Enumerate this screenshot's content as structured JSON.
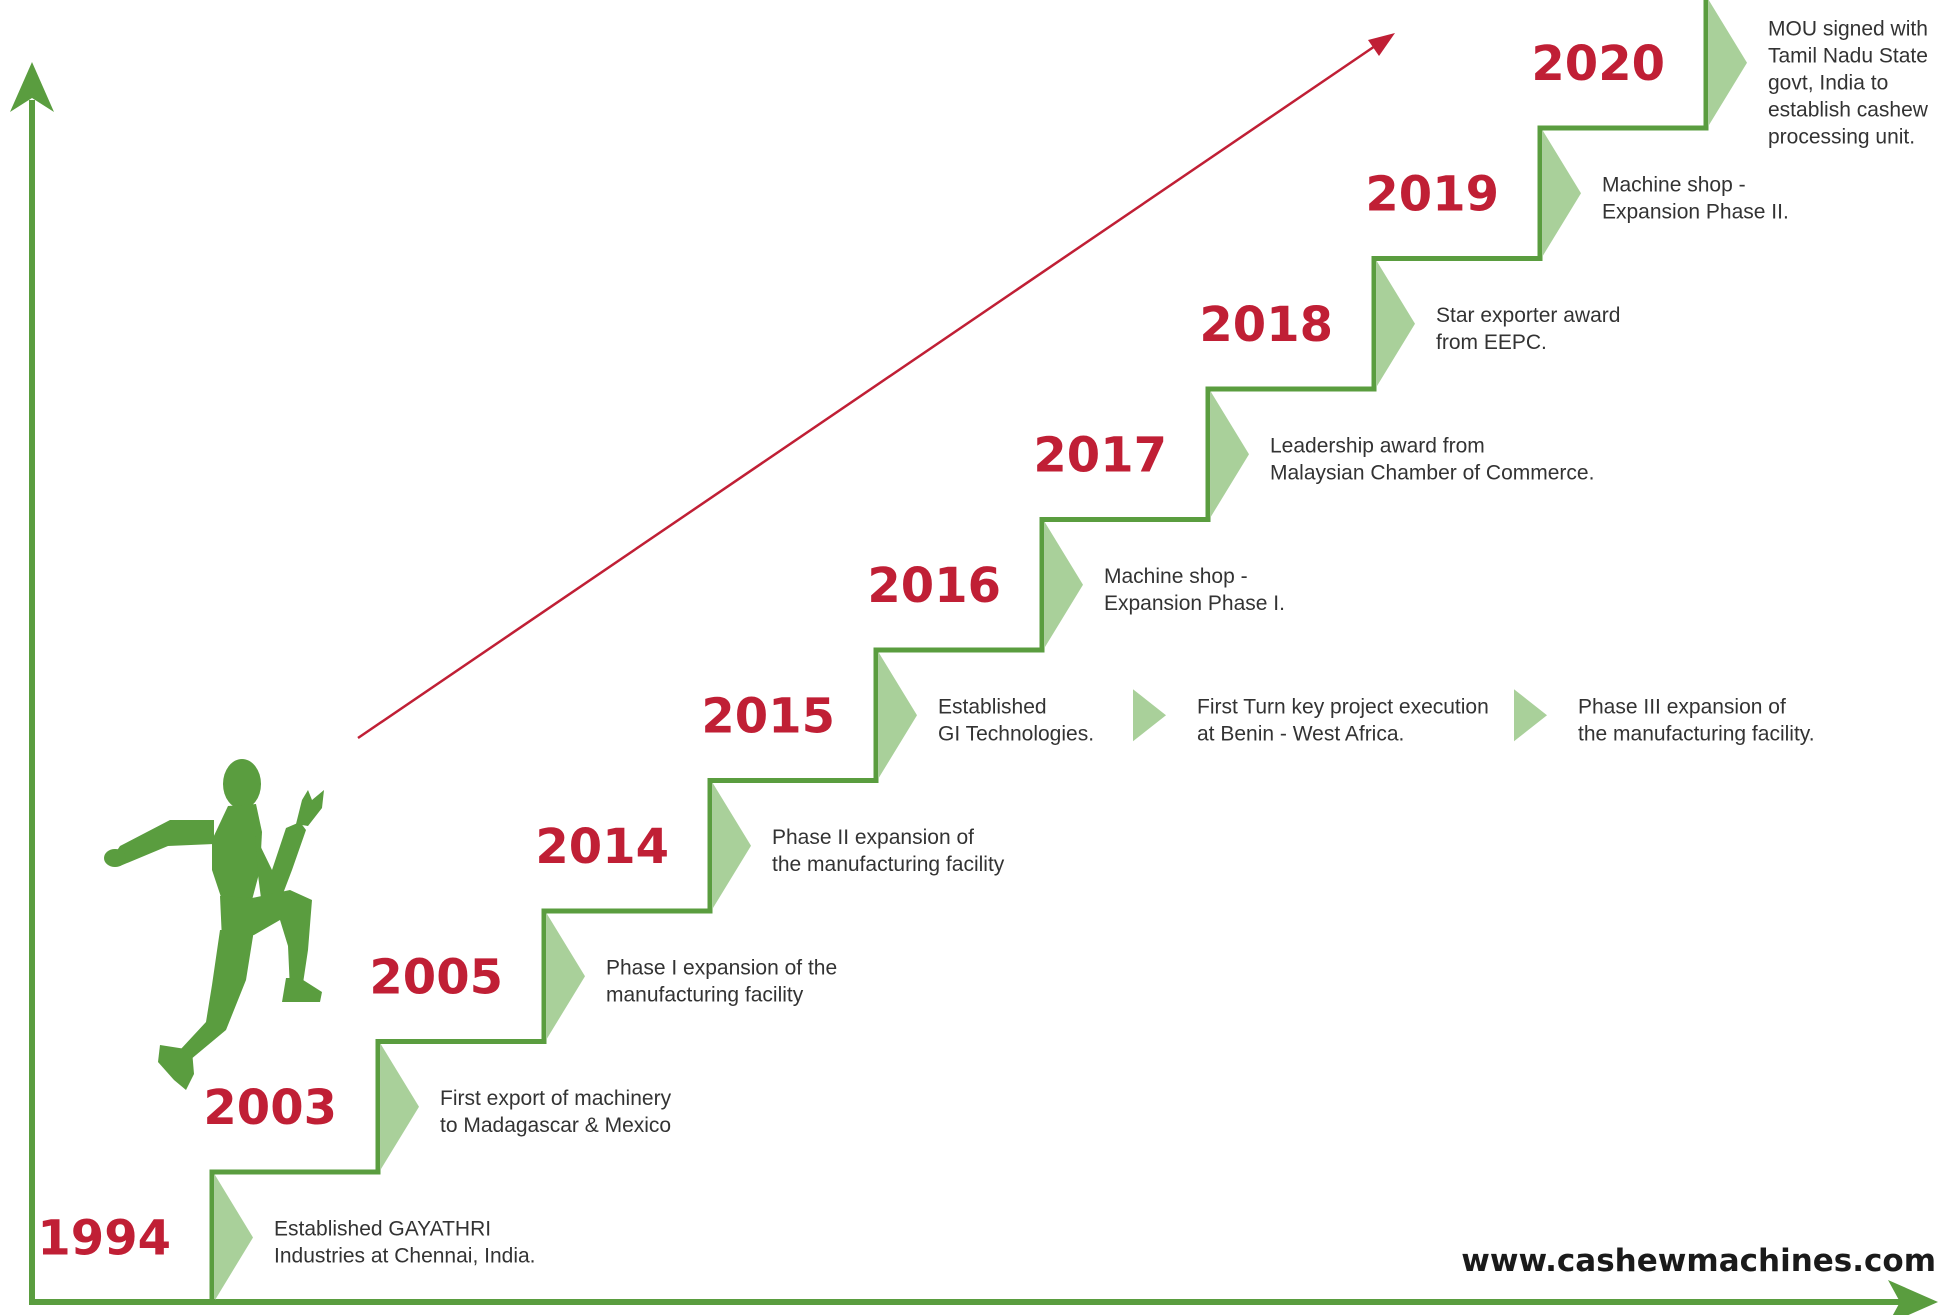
{
  "colors": {
    "green": "#5a9d3f",
    "light_green": "#a9d09a",
    "red": "#c01f35",
    "text": "#333333"
  },
  "icons": [
    "runner-silhouette-icon",
    "up-arrow-icon",
    "right-arrow-icon",
    "growth-arrow-icon",
    "chevron-right-icon"
  ],
  "website": "www.cashewmachines.com",
  "milestones": [
    {
      "year": "1994",
      "lines": [
        "Established GAYATHRI",
        "Industries at Chennai, India."
      ]
    },
    {
      "year": "2003",
      "lines": [
        "First export of machinery",
        "to Madagascar & Mexico"
      ]
    },
    {
      "year": "2005",
      "lines": [
        "Phase I expansion of the",
        "manufacturing facility"
      ]
    },
    {
      "year": "2014",
      "lines": [
        "Phase II expansion of",
        "the manufacturing facility"
      ]
    },
    {
      "year": "2015",
      "lines": [
        "Established",
        "GI Technologies."
      ]
    },
    {
      "year": "2016",
      "lines": [
        "Machine shop -",
        "Expansion Phase I."
      ]
    },
    {
      "year": "2017",
      "lines": [
        "Leadership award from",
        "Malaysian Chamber of Commerce."
      ]
    },
    {
      "year": "2018",
      "lines": [
        "Star exporter award",
        "from EEPC."
      ]
    },
    {
      "year": "2019",
      "lines": [
        "Machine shop -",
        "Expansion Phase II."
      ]
    },
    {
      "year": "2020",
      "lines": [
        "MOU signed  with",
        "Tamil Nadu State",
        "govt, India to",
        "establish cashew",
        "processing unit."
      ]
    }
  ],
  "extra_2015": [
    {
      "lines": [
        "First Turn key project execution",
        "at Benin - West Africa."
      ]
    },
    {
      "lines": [
        "Phase III expansion of",
        "the manufacturing facility."
      ]
    }
  ]
}
